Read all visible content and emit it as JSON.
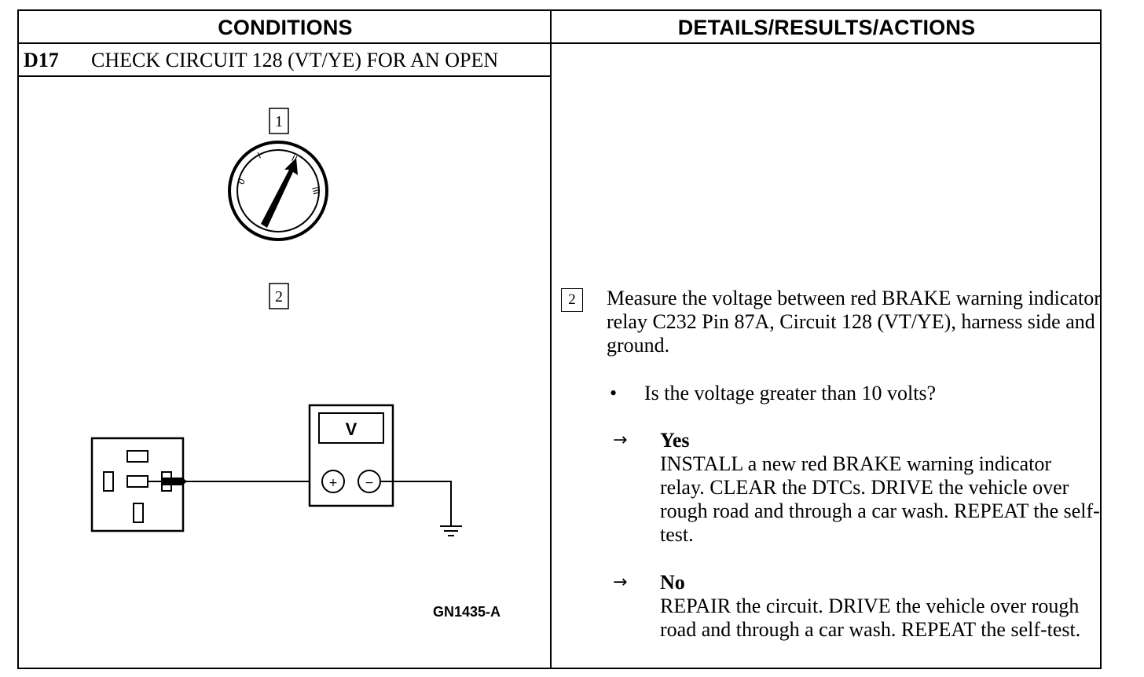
{
  "headers": {
    "conditions": "CONDITIONS",
    "details": "DETAILS/RESULTS/ACTIONS"
  },
  "step": {
    "code": "D17",
    "title": "CHECK CIRCUIT 128 (VT/YE) FOR AN OPEN"
  },
  "diagram": {
    "callout_1": "1",
    "callout_2": "2",
    "switch_positions": [
      "0",
      "I",
      "II",
      "III"
    ],
    "meter_label": "V",
    "meter_plus": "+",
    "meter_minus": "−",
    "figure_id": "GN1435-A"
  },
  "details": {
    "step_number": "2",
    "instruction": "Measure the voltage between red BRAKE warning indicator relay C232 Pin 87A, Circuit 128 (VT/YE), harness side and ground.",
    "bullet": "•",
    "question": "Is the voltage greater than 10 volts?",
    "answers": [
      {
        "arrow": "→",
        "label": "Yes",
        "text": "INSTALL a new red BRAKE warning indicator relay. CLEAR the DTCs. DRIVE the vehicle over rough road and through a car wash. REPEAT the self-test."
      },
      {
        "arrow": "→",
        "label": "No",
        "text": "REPAIR the circuit. DRIVE the vehicle over rough road and through a car wash. REPEAT the self-test."
      }
    ]
  }
}
